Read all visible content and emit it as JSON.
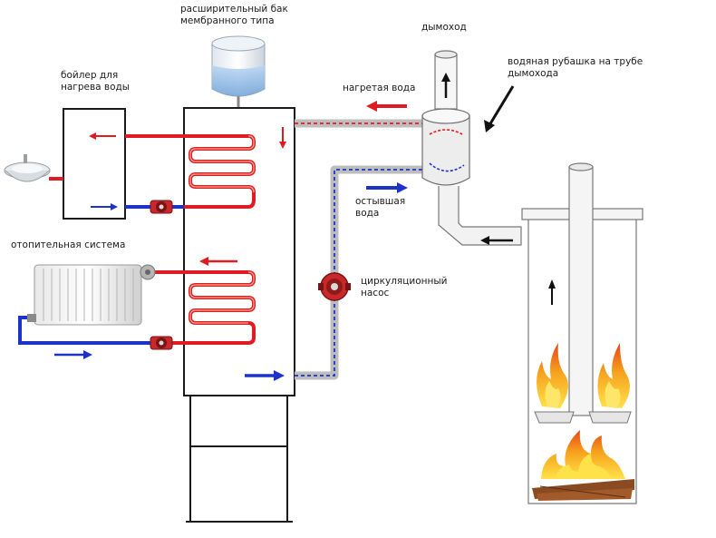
{
  "labels": {
    "expansion_tank": [
      "расширительный бак",
      "мембранного типа"
    ],
    "chimney": "дымоход",
    "water_jacket": [
      "водяная рубашка на трубе",
      "дымохода"
    ],
    "boiler": [
      "бойлер для",
      "нагрева воды"
    ],
    "heated_water": "нагретая вода",
    "cooled_water": [
      "остывшая",
      "вода"
    ],
    "heating_system": "отопительная система",
    "circulation_pump": [
      "циркуляционный",
      "насос"
    ]
  },
  "colors": {
    "hot": "#e01b24",
    "cold": "#1d33c8",
    "outline": "#1a1a1a",
    "pipe_gray": "#b8b8b8",
    "pump_red": "#c8282c",
    "flame_orange": "#f08a1c",
    "flame_yellow": "#ffd21f"
  }
}
